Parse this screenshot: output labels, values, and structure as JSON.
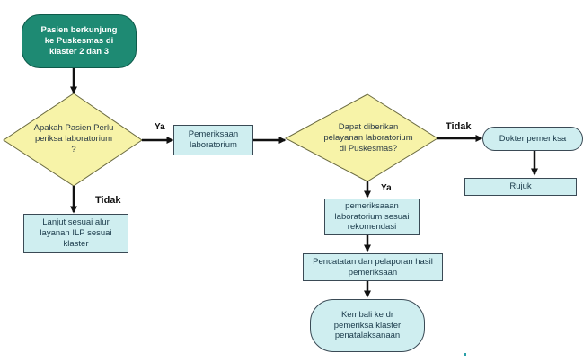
{
  "nodes": {
    "start": "Pasien berkunjung ke Puskesmas di klaster 2 dan 3",
    "decision1": "Apakah Pasien Perlu periksa laboratorium ?",
    "lab_exam": "Pemeriksaan laboratorium",
    "decision2": "Dapat diberikan pelayanan laboratorium di Puskesmas?",
    "doctor": "Dokter pemeriksa",
    "referral": "Rujuk",
    "continue_ilp": "Lanjut sesuai alur layanan ILP sesuai klaster",
    "lab_recommend": "pemeriksaaan laboratorium sesuai rekomendasi",
    "recording": "Pencatatan dan pelaporan hasil pemeriksaan",
    "return": "Kembali ke dr pemeriksa klaster penatalaksanaan"
  },
  "edge_labels": {
    "d1_yes": "Ya",
    "d1_no": "Tidak",
    "d2_yes": "Ya",
    "d2_no": "Tidak"
  },
  "colors": {
    "start_fill": "#1e8a73",
    "box_fill": "#cfeef0",
    "decision_fill": "#f7f3a8",
    "line": "#111111"
  }
}
